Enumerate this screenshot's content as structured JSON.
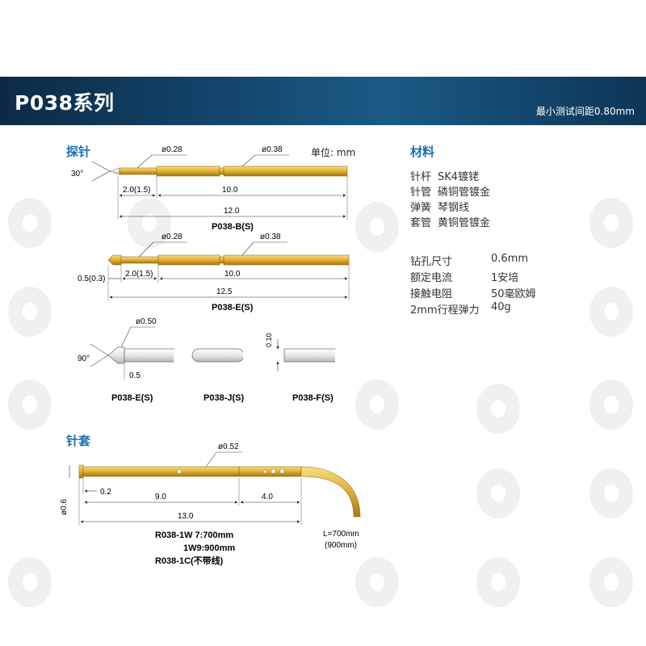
{
  "header": {
    "title": "P038系列",
    "subtitle": "最小测试间距0.80mm"
  },
  "probe_section": {
    "title": "探针",
    "unit": "单位: mm",
    "probe_b": {
      "tip_angle": "30°",
      "d_small": "ø0.28",
      "d_large": "ø0.38",
      "dim_tip": "2.0(1.5)",
      "dim_body": "10.0",
      "dim_total": "12.0",
      "model": "P038-B(S)"
    },
    "probe_e": {
      "d_small": "ø0.28",
      "d_large": "ø0.38",
      "dim_head": "0.5(0.3)",
      "dim_tip": "2.0(1.5)",
      "dim_body": "10.0",
      "dim_total": "12.5",
      "model": "P038-E(S)"
    },
    "tips": [
      {
        "model": "P038-E(S)",
        "angle": "90°",
        "diameter": "ø0.50",
        "length": "0.5"
      },
      {
        "model": "P038-J(S)"
      },
      {
        "model": "P038-F(S)",
        "flat": "0.10"
      }
    ]
  },
  "materials": {
    "title": "材料",
    "items": [
      {
        "part": "针杆",
        "material": "SK4镀铑"
      },
      {
        "part": "针管",
        "material": "磷铜管镀金"
      },
      {
        "part": "弹簧",
        "material": "琴钢线"
      },
      {
        "part": "套管",
        "material": "黄铜管镀金"
      }
    ]
  },
  "specs": [
    {
      "name": "钻孔尺寸",
      "value": "0.6mm"
    },
    {
      "name": "额定电流",
      "value": "1安培"
    },
    {
      "name": "接触电阻",
      "value": "50毫欧姆"
    },
    {
      "name": "2mm行程弹力",
      "value": "40g"
    }
  ],
  "sleeve_section": {
    "title": "针套",
    "diameter": "ø0.52",
    "head_dia": "ø0.6",
    "dim_head": "0.2",
    "dim_mid": "9.0",
    "dim_end": "4.0",
    "dim_total": "13.0",
    "models": [
      "R038-1W 7:700mm",
      "1W9:900mm",
      "R038-1C(不带线)"
    ],
    "wire_length": "L=700mm",
    "wire_length_alt": "(900mm)"
  },
  "colors": {
    "accent": "#1a6fb0",
    "header": "#14466c",
    "gold": "#d9a520"
  }
}
